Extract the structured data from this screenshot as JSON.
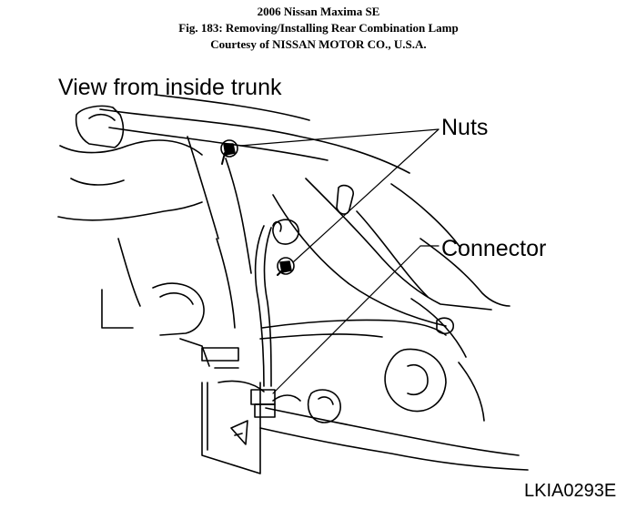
{
  "header": {
    "line1": "2006 Nissan Maxima SE",
    "line2": "Fig. 183: Removing/Installing Rear Combination Lamp",
    "line3": "Courtesy of NISSAN MOTOR CO., U.S.A."
  },
  "figure": {
    "view_label": "View from inside trunk",
    "nuts_label": "Nuts",
    "connector_label": "Connector",
    "figure_code": "LKIA0293E"
  },
  "colors": {
    "ink": "#000000",
    "background": "#ffffff"
  }
}
